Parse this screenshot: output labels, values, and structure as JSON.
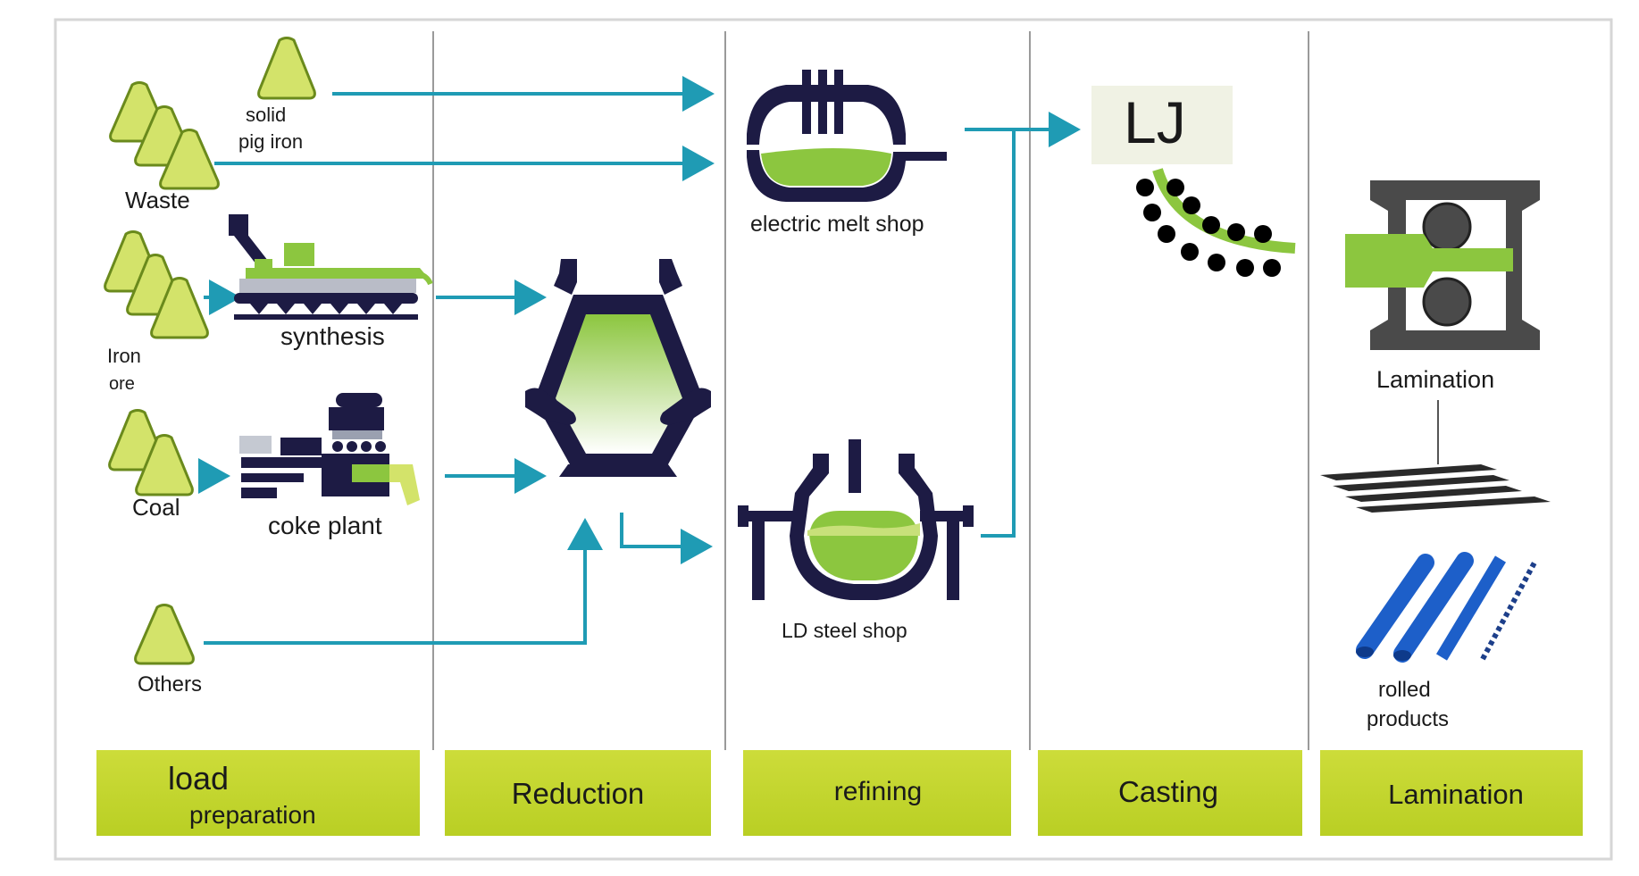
{
  "colors": {
    "arrow": "#1f9bb4",
    "green": "#8cc63f",
    "green_light": "#d7e98a",
    "navy": "#1d1b44",
    "stage_bar": "#c6d92e",
    "divider": "#9a9a9a",
    "roll_blue": "#1d5fc9"
  },
  "inputs": {
    "solid_pig_iron": [
      "solid",
      "pig iron"
    ],
    "waste": "Waste",
    "iron_ore": [
      "Iron",
      "ore"
    ],
    "coal": "Coal",
    "others": "Others"
  },
  "processes": {
    "synthesis": "synthesis",
    "coke_plant": "coke plant",
    "electric_melt_shop": "electric melt shop",
    "ld_steel_shop": "LD steel shop",
    "casting_mark": "LJ",
    "lamination": "Lamination",
    "rolled_products": [
      "rolled",
      "products"
    ]
  },
  "stages": [
    [
      "load",
      "preparation"
    ],
    "Reduction",
    "refining",
    "Casting",
    "Lamination"
  ]
}
